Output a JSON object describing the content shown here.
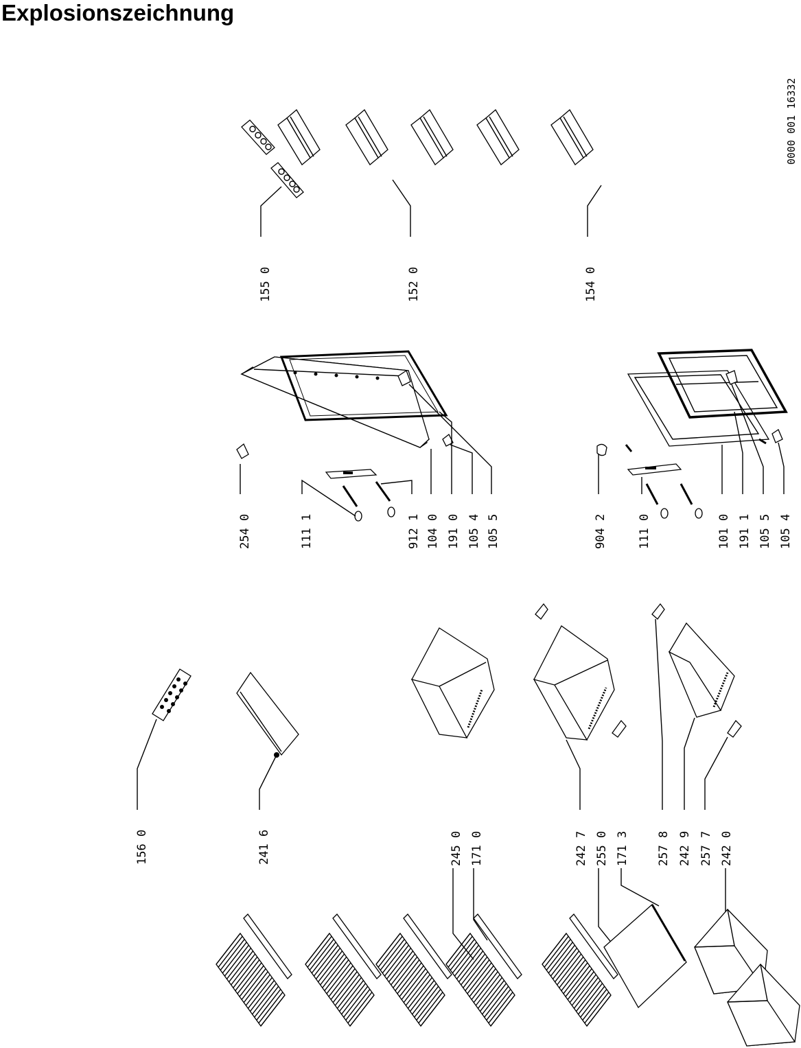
{
  "header": {
    "title": "Explosionszeichnung"
  },
  "document_number": "0000 001 16332",
  "callouts": {
    "c156_0": "156 0",
    "c241_6": "241 6",
    "c245_0": "245 0",
    "c171_0": "171 0",
    "c242_7": "242 7",
    "c255_0": "255 0",
    "c171_3": "171 3",
    "c257_8": "257 8",
    "c242_9": "242 9",
    "c257_7": "257 7",
    "c242_0": "242 0",
    "c254_0": "254 0",
    "c111_1": "111 1",
    "c912_1": "912 1",
    "c104_0": "104 0",
    "c191_0": "191 0",
    "c105_4a": "105 4",
    "c105_5a": "105 5",
    "c904_2": "904 2",
    "c111_0": "111 0",
    "c101_0": "101 0",
    "c191_1": "191 1",
    "c105_5b": "105 5",
    "c105_4b": "105 4",
    "c155_0": "155 0",
    "c152_0": "152 0",
    "c154_0": "154 0"
  }
}
